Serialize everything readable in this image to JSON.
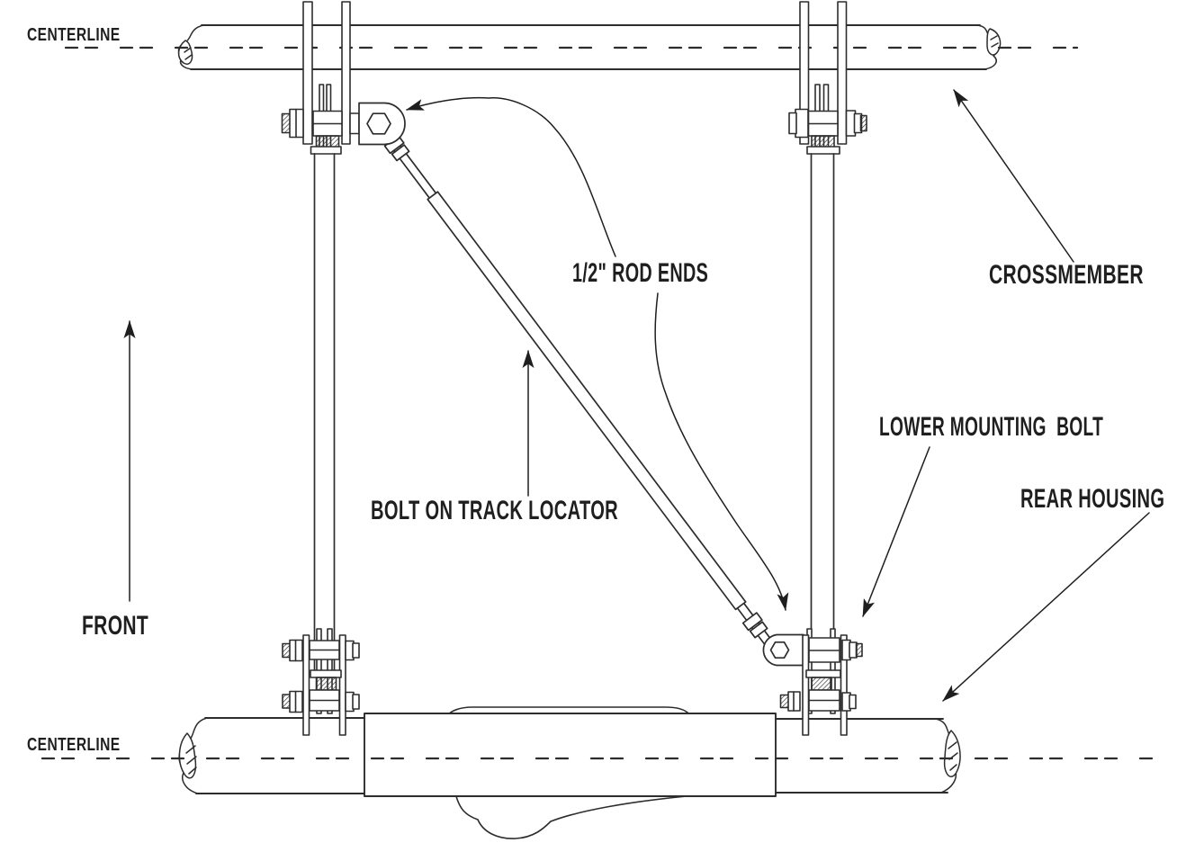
{
  "figure": {
    "labels": {
      "centerline_top": "CENTERLINE",
      "centerline_bottom": "CENTERLINE",
      "rod_ends": "1/2\" ROD ENDS",
      "crossmember": "CROSSMEMBER",
      "bolt_on_track_locator": "BOLT ON TRACK LOCATOR",
      "lower_mounting_bolt": "LOWER MOUNTING  BOLT",
      "rear_housing": "REAR HOUSING",
      "front": "FRONT"
    },
    "colors": {
      "line": "#2d2d2d",
      "text": "#1f1f1f",
      "background": "#ffffff"
    }
  }
}
